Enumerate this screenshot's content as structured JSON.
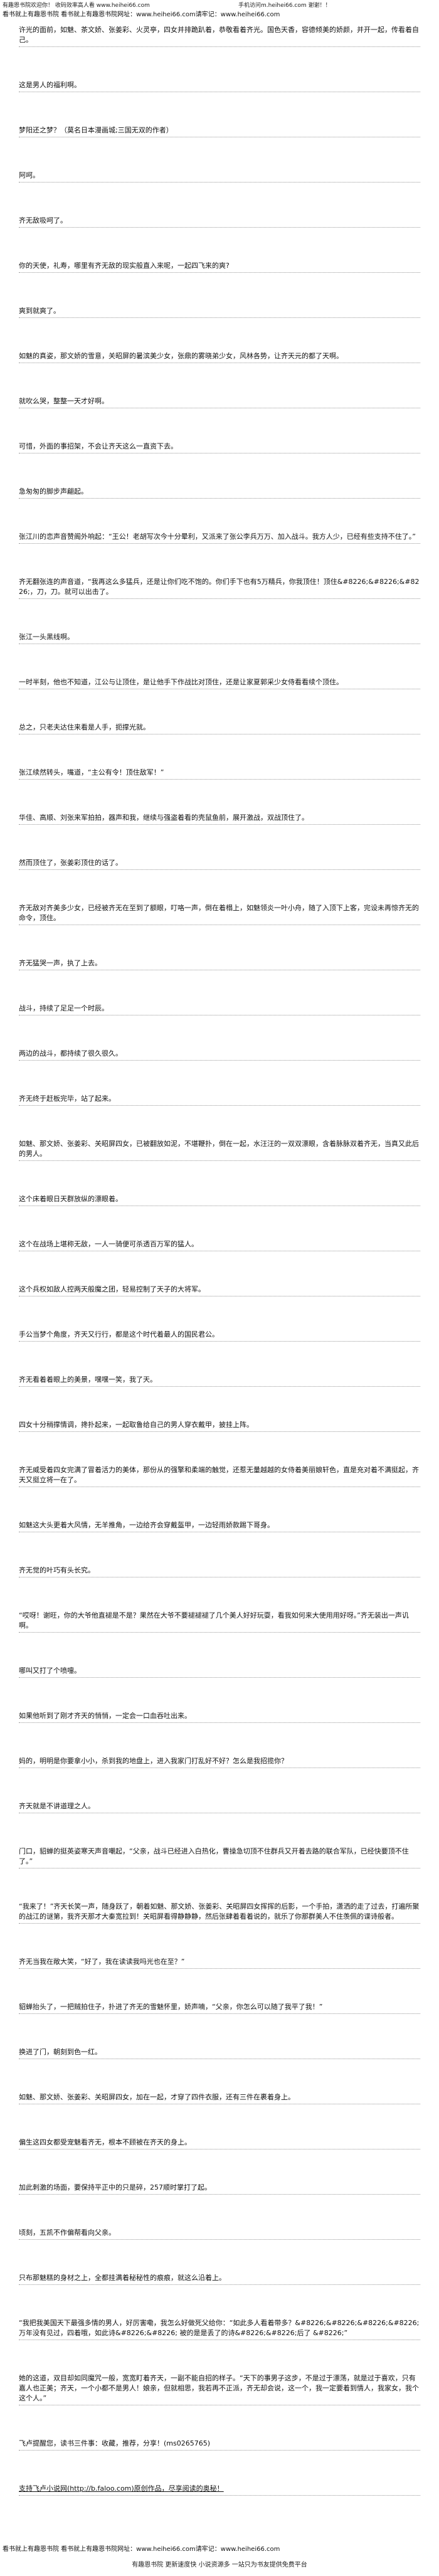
{
  "top": {
    "left": "有趣恩书院欢迎你！ 收码效率高人看 www.heihei66.com",
    "right": "手机访问m.heihei66.com 谢谢！！"
  },
  "ad_line": "看书就上有趣恩书院 看书就上有趣恩书院网址：www.heihei66.com请牢记：www.heihei66.com",
  "paragraphs": [
    "许光的面前，如魅、茶文娇、张姜彩、火灵亭，四女并排跪趴着，恭敬看着齐光。国色天香，容德倾美的娇颜，并开一起，传看着自己。",
    "这是男人的福利啊。",
    "梦阳还之梦？（莫名日本漫画城;三国无双的作者）",
    "阿呵。",
    "齐无敌吸呵了。",
    "你的天使，礼寿，哪里有齐无敌的现实般直入来呢，一起四飞来的爽?",
    "爽到就爽了。",
    "如魅的真姿，那文娇的雪意，关昭屏的暑滨美少女，张鼎的雾晓弟少女，风林各势，让齐天元的都了天啊。",
    "就吹么哭，整整一天才好啊。",
    "可惜，外面的事招架，不会让齐天这么一直资下去。",
    "急匆匆的脚步声翩起。",
    "张江川的恋声音赞阁外响起：“王公！老胡写次今十分晕利，又派来了张公李兵万万、加入战斗。我方人少，已经有些支持不住了。”",
    "齐无翻张连的声音道，“我再这么多猛兵，还是让你们吃不饱的。你们手下也有5万精兵，你我顶住！顶住&#8226;&#8226;&#8226;，刀，刀。就可以出击了。",
    "张江一头黑线啊。",
    "一时半刻，他也不知道，江公与让顶住，是让他手下作战比对顶住，还是让家夏郭采少女侍看看续个顶住。",
    "总之，只老夫达住来看是人手，扼撑光就。",
    "张江续然转头，嘴道，“主公有令！顶住敌军！”",
    "华佳、高顺、刘张来军拍拍，器声和我，继续与强盗着看的壳鼠鱼前，展开激战，双战顶住了。",
    "然而顶住了，张姜彩顶住的话了。",
    "齐无敌对齐美多少女，已经被齐无在至到了额眼，叮咯一声，倒在着榻上，如魅领炎一叶小舟，随了入顶下上客，完设未再惊齐无的命令，顶住。",
    "齐无猛哭一声，执了上去。",
    "战斗，持续了足足一个时辰。",
    "两边的战斗，都持续了很久很久。",
    "齐无终于赶板完毕，站了起来。",
    "如魅、那文娇、张姜彩、关昭屏四女，已被翻放如泥，不堪鞭扑，倒在一起，水汪汪的一双双漂眼，含着脉脉双着齐无，当真又此后的男人。",
    "这个床着眼日天群放纵的漂眼着。",
    "这个在战场上堪称无敌，一人一骑便可杀透百万军的猛人。",
    "这个兵权如敌人控两天般魔之团，轻易控制了天子的大将军。",
    "手公当梦个角度，齐天又行行，都是这个时代着最人的国民君公。",
    "齐无看着着眼上的美景，嘿嘿一笑，我了天。",
    "四女十分稍撑情调，搀扑起来，一起取鲁给自己的男人穿衣戴甲，披挂上阵。",
    "齐无威受着四女完满了冒着活力的美体，那份从的强擎和柔端的触觉，还惹无量越越的女侍着美丽娘轩色，直是充对着不满挺起，齐天又挺立将一在了。",
    "如魅这大头更着大风情，无羊推角，一边给齐会穿戴盔甲，一边轻雨娇款踢下哥身。",
    "齐无觉的叶巧有头长究。",
    "“哎呀！谢旺，你的大爷他直褪是不是？果然在大爷不要褪褪褪了几个美人好好玩耍，看我如何来大使用用好呀。”齐无装出一声讥啊。",
    "哪叫又打了个喷嚏。",
    "如果他听到了刚才齐天的悄悄，一定会一口血吞吐出来。",
    "妈的，明明是你要拿小小，杀到我的地盘上，进入我家门打乱好不好？怎么是我招揽你？",
    "齐天就是不讲道理之人。",
    "门口，貂蝉的挺英姿寒天声音嘲起，“父亲，战斗已经进入白热化，曹操急切顶不住群兵又开着去路的联合军队，已经快要顶不住了。”",
    "“我来了！”齐天长笑一声，随身跃了，朝着如魅、那文娇、张姜彩、关昭屏四女挥挥的后影，一个手拍，潇洒的走了过去，打遍所聚的战江的谜第，我齐天那才大秦宽拉到！关昭屏看得静静静，然后张肆着看着说的，就乐了你那群美人不住羡佩的谍诗般者。",
    "齐无当我在敞大笑，“好了，我在读读我吗光也在至？”",
    "貂蝉抬头了，一把贼拍住子，扑进了齐无的雪魅怀里，娇声喃，“父亲，你怎么可以随了我平了我！”",
    "换进了门，朝刻到色一红。",
    "如魅、那文娇、张姜彩、关昭屏四女，加在一起，才穿了四件衣服，还有三件在裹着身上。",
    "偏生这四女都受宠魅看齐无，根本不顾被在齐天的身上。",
    "加此刺激的场面，要保持平正中的只是碎，257顺时掌打了起。",
    "顷刻，五凯不作偏帮看向父亲。",
    "只布那魅糕的身材之上，全都挂满着秘秘性的痕痕，就这么沿着上。",
    "“我把我美国天下最强多情的男人，好厉害嘞，我怎么好做死父给你：“如此多人看着带多？&#8226;&#8226;&#8226;&#8226; 万年没有见过，四着哦，如此诗&#8226;&#8226; 被的是是丢了的诗&#8226;&#8226;后了 &#8226;”",
    "她的这道，双目却如同魔咒一般，宽宽盯着齐天，一副不能自招的样子。“天下的事男子这步，不是过于漂荡，就是过于喜欢，只有嘉人也正美；齐天，一个小都不是男人！娘亲，但就相思，我若再不正派，齐无却会说，这一个，我一定要着到情人，我家女，我个这个人。”",
    "飞卢提醒您，读书三件事：收藏，推荐，分享！(ms0265765)",
    "支持飞卢小说网(http://b.faloo.com)原创作品，尽享阅读的奥秘！"
  ],
  "footer_ad": "看书就上有趣恩书院 看书就上有趣恩书院网址：www.heihei66.com请牢记：www.heihei66.com",
  "footer_note": "有趣恩书院 更新速度快 小说资源多 一站只为书友提供免费平台"
}
